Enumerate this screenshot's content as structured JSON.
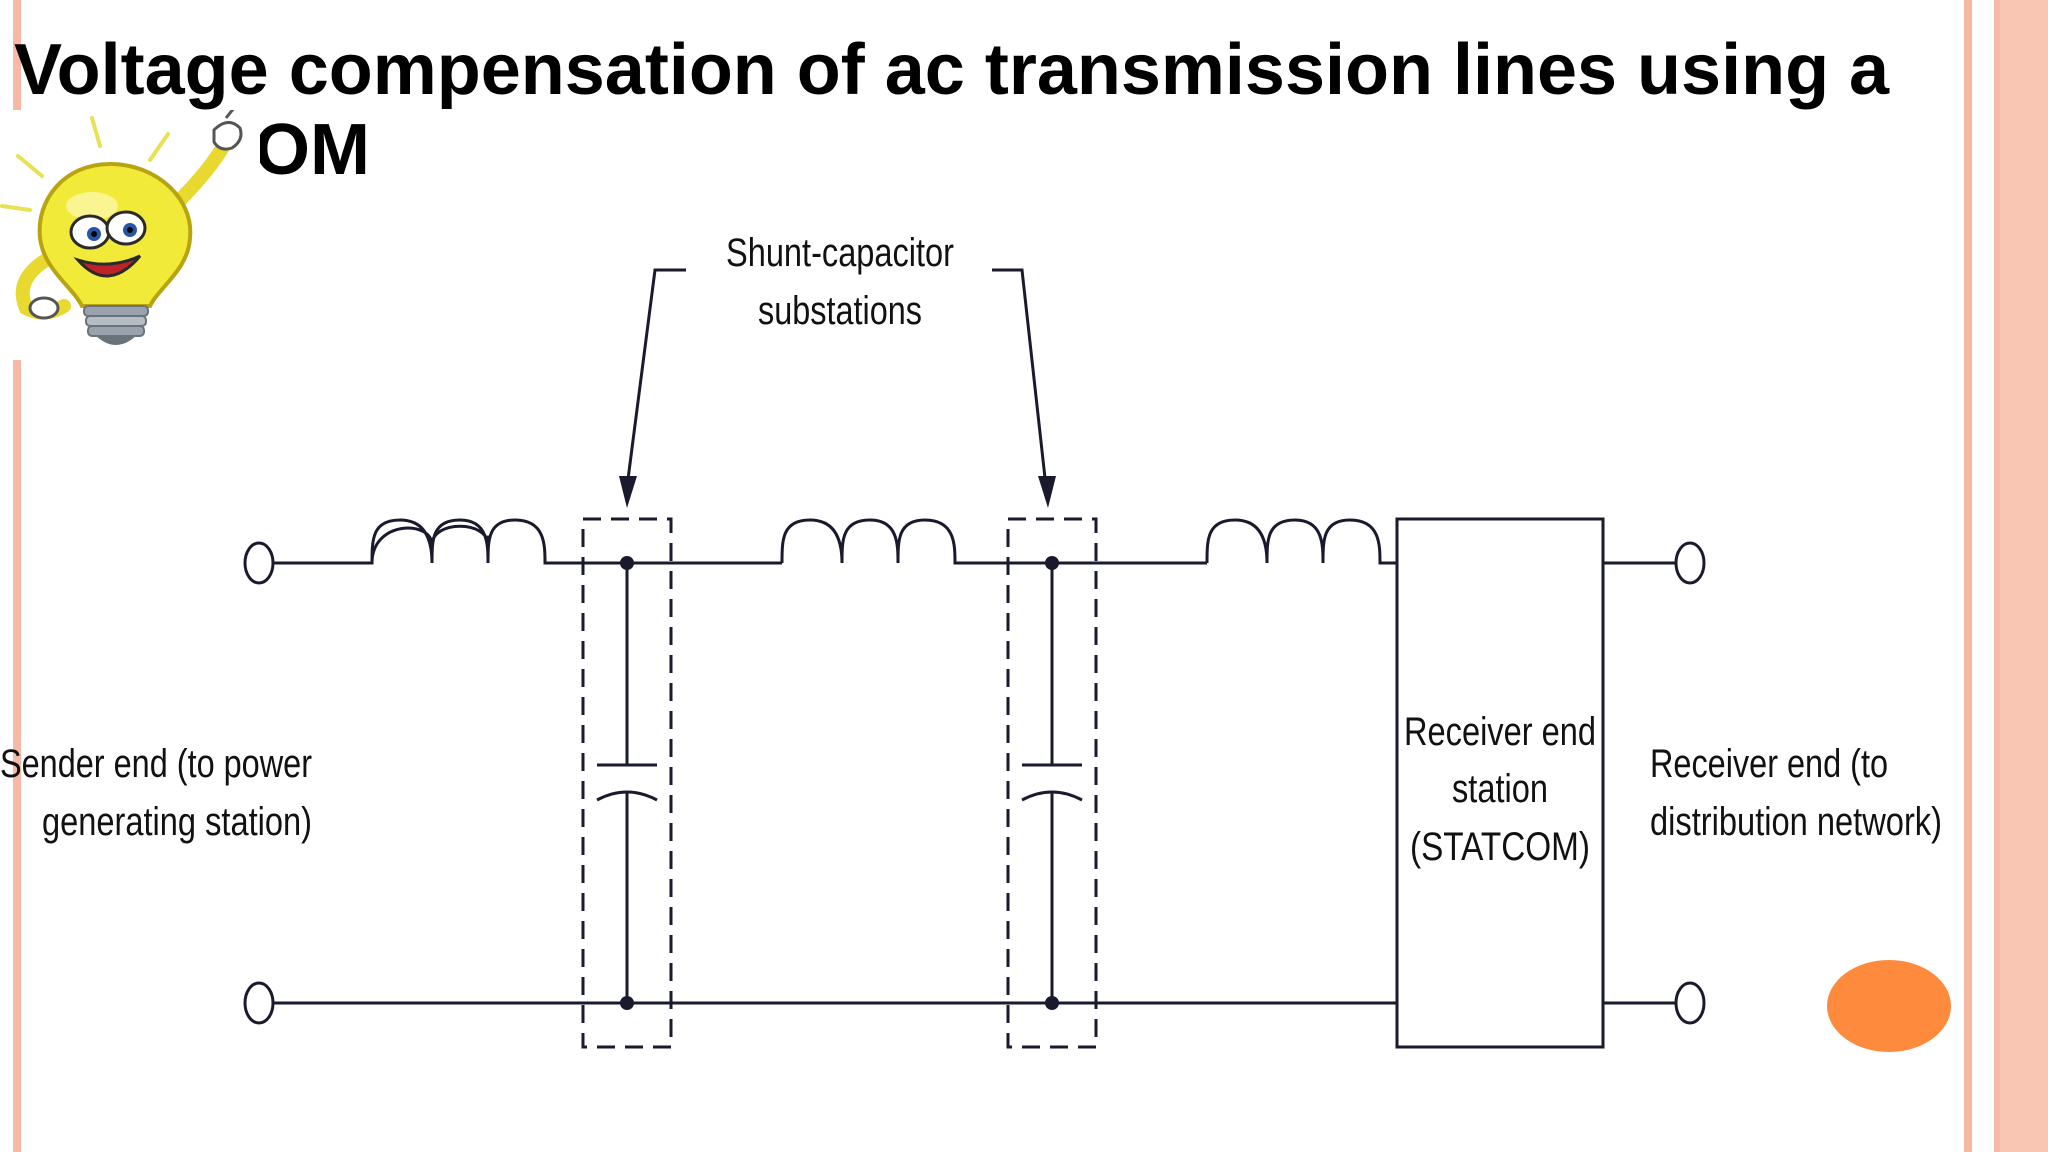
{
  "slide": {
    "title_line1": "Voltage compensation of ac transmission lines using a",
    "title_line2": "OM"
  },
  "diagram": {
    "callout_line1": "Shunt-capacitor",
    "callout_line2": "substations",
    "sender_line1": "Sender end (to power",
    "sender_line2": "generating station)",
    "station_line1": "Receiver end",
    "station_line2": "station",
    "station_line3": "(STATCOM)",
    "receiver_line1": "Receiver end (to",
    "receiver_line2": "distribution network)"
  },
  "colors": {
    "accent_border": "#f7b9a6",
    "accent_dot": "#fd8a3d",
    "wire": "#1a1a2e"
  },
  "icons": [
    "lightbulb-mascot-icon"
  ]
}
